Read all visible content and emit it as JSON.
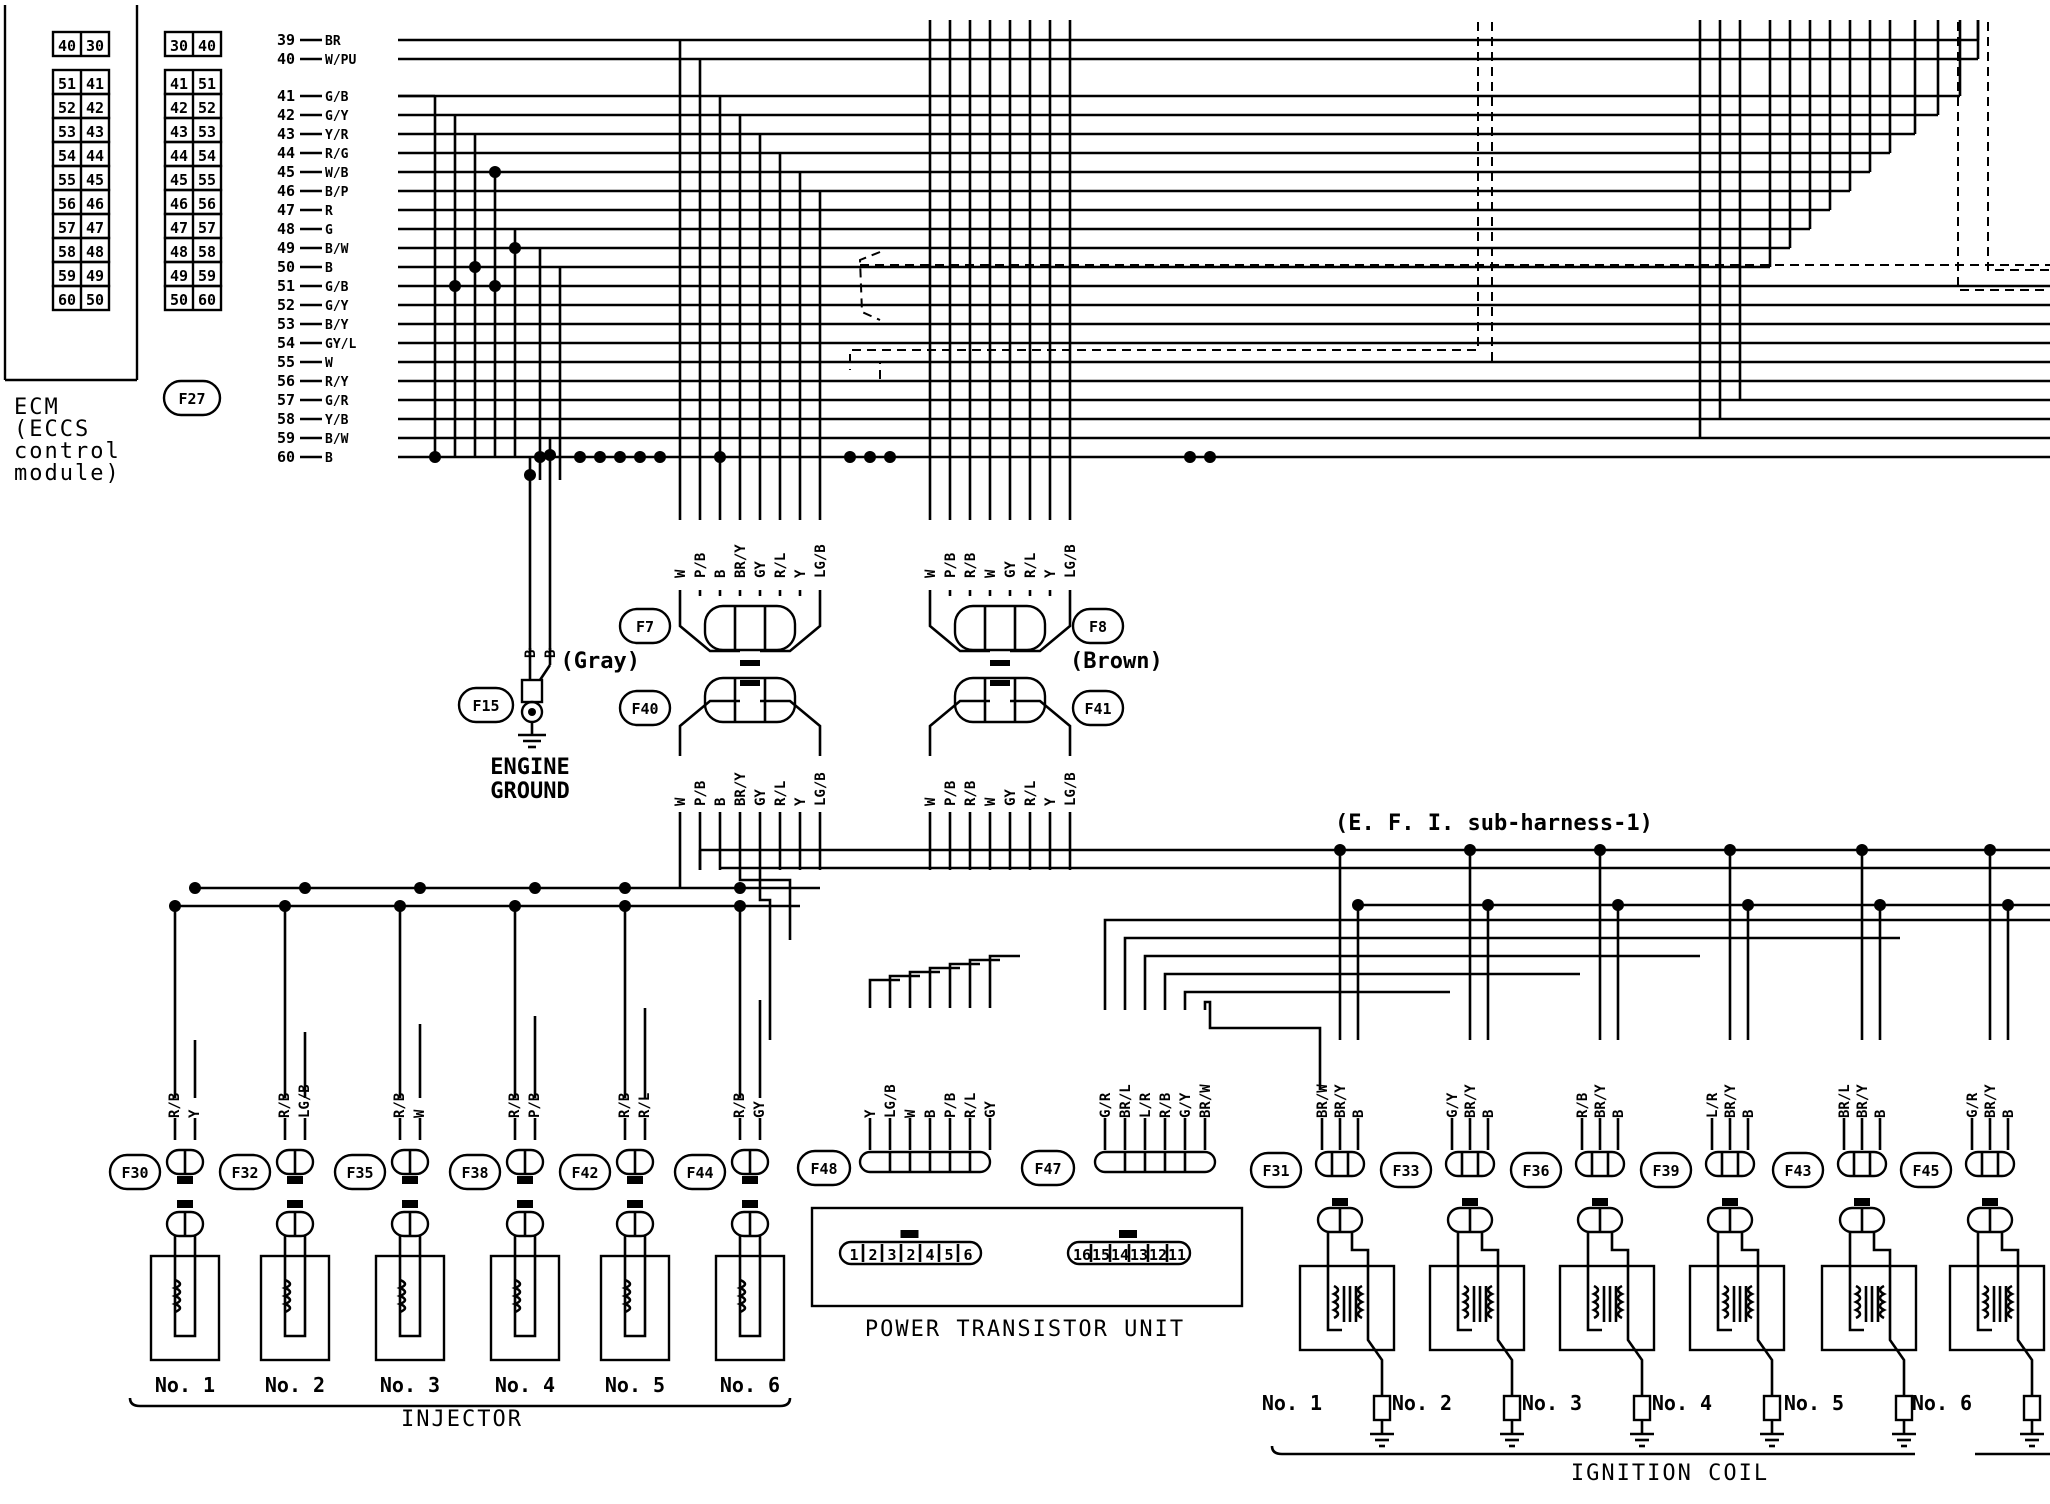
{
  "ecm": {
    "label_lines": [
      "ECM",
      "(ECCS",
      "control",
      "module)"
    ],
    "connector_id": "F27",
    "harness_side_pins": [
      [
        "40",
        "30"
      ],
      [
        "51",
        "41"
      ],
      [
        "52",
        "42"
      ],
      [
        "53",
        "43"
      ],
      [
        "54",
        "44"
      ],
      [
        "55",
        "45"
      ],
      [
        "56",
        "46"
      ],
      [
        "57",
        "47"
      ],
      [
        "58",
        "48"
      ],
      [
        "59",
        "49"
      ],
      [
        "60",
        "50"
      ]
    ],
    "device_side_pins": [
      [
        "30",
        "40"
      ],
      [
        "41",
        "51"
      ],
      [
        "42",
        "52"
      ],
      [
        "43",
        "53"
      ],
      [
        "44",
        "54"
      ],
      [
        "45",
        "55"
      ],
      [
        "46",
        "56"
      ],
      [
        "47",
        "57"
      ],
      [
        "48",
        "58"
      ],
      [
        "49",
        "59"
      ],
      [
        "50",
        "60"
      ]
    ]
  },
  "terminals": [
    {
      "pin": "39",
      "color": "BR"
    },
    {
      "pin": "40",
      "color": "W/PU"
    },
    {
      "pin": "41",
      "color": "G/B"
    },
    {
      "pin": "42",
      "color": "G/Y"
    },
    {
      "pin": "43",
      "color": "Y/R"
    },
    {
      "pin": "44",
      "color": "R/G"
    },
    {
      "pin": "45",
      "color": "W/B"
    },
    {
      "pin": "46",
      "color": "B/P"
    },
    {
      "pin": "47",
      "color": "R"
    },
    {
      "pin": "48",
      "color": "G"
    },
    {
      "pin": "49",
      "color": "B/W"
    },
    {
      "pin": "50",
      "color": "B"
    },
    {
      "pin": "51",
      "color": "G/B"
    },
    {
      "pin": "52",
      "color": "G/Y"
    },
    {
      "pin": "53",
      "color": "B/Y"
    },
    {
      "pin": "54",
      "color": "GY/L"
    },
    {
      "pin": "55",
      "color": "W"
    },
    {
      "pin": "56",
      "color": "R/Y"
    },
    {
      "pin": "57",
      "color": "G/R"
    },
    {
      "pin": "58",
      "color": "Y/B"
    },
    {
      "pin": "59",
      "color": "B/W"
    },
    {
      "pin": "60",
      "color": "B"
    }
  ],
  "ground": {
    "connector_id": "F15",
    "wires": [
      "B",
      "B"
    ],
    "label_lines": [
      "ENGINE",
      "GROUND"
    ]
  },
  "connectors": {
    "f7": {
      "id": "F7",
      "f40": "F40",
      "color": "(Gray)",
      "wires": [
        "W",
        "P/B",
        "B",
        "BR/Y",
        "GY",
        "R/L",
        "Y",
        "LG/B"
      ]
    },
    "f8": {
      "id": "F8",
      "f41": "F41",
      "color": "(Brown)",
      "wires": [
        "W",
        "P/B",
        "R/B",
        "W",
        "GY",
        "R/L",
        "Y",
        "LG/B"
      ]
    }
  },
  "sub_harness": "(E. F. I.  sub-harness-1)",
  "injectors": {
    "label": "INJECTOR",
    "items": [
      {
        "conn": "F30",
        "wires": [
          "R/B",
          "Y"
        ],
        "name": "No. 1"
      },
      {
        "conn": "F32",
        "wires": [
          "R/B",
          "LG/B"
        ],
        "name": "No. 2"
      },
      {
        "conn": "F35",
        "wires": [
          "R/B",
          "W"
        ],
        "name": "No. 3"
      },
      {
        "conn": "F38",
        "wires": [
          "R/B",
          "P/B"
        ],
        "name": "No. 4"
      },
      {
        "conn": "F42",
        "wires": [
          "R/B",
          "R/L"
        ],
        "name": "No. 5"
      },
      {
        "conn": "F44",
        "wires": [
          "R/B",
          "GY"
        ],
        "name": "No. 6"
      }
    ]
  },
  "power_transistor": {
    "label": "POWER TRANSISTOR UNIT",
    "conn_a": "F48",
    "wires_a": [
      "Y",
      "LG/B",
      "W",
      "B",
      "P/B",
      "R/L",
      "GY"
    ],
    "conn_b": "F47",
    "wires_b": [
      "G/R",
      "BR/L",
      "L/R",
      "R/B",
      "G/Y",
      "BR/W"
    ],
    "pins_a": [
      "1",
      "2",
      "3",
      "2",
      "4",
      "5",
      "6"
    ],
    "pins_b": [
      "16",
      "15",
      "14",
      "13",
      "12",
      "11"
    ]
  },
  "ignition_coils": {
    "label": "IGNITION COIL",
    "items": [
      {
        "conn": "F31",
        "wires": [
          "BR/W",
          "BR/Y",
          "B"
        ],
        "name": "No. 1"
      },
      {
        "conn": "F33",
        "wires": [
          "G/Y",
          "BR/Y",
          "B"
        ],
        "name": "No. 2"
      },
      {
        "conn": "F36",
        "wires": [
          "R/B",
          "BR/Y",
          "B"
        ],
        "name": "No. 3"
      },
      {
        "conn": "F39",
        "wires": [
          "L/R",
          "BR/Y",
          "B"
        ],
        "name": "No. 4"
      },
      {
        "conn": "F43",
        "wires": [
          "BR/L",
          "BR/Y",
          "B"
        ],
        "name": "No. 5"
      },
      {
        "conn": "F45",
        "wires": [
          "G/R",
          "BR/Y",
          "B"
        ],
        "name": "No. 6"
      }
    ]
  }
}
